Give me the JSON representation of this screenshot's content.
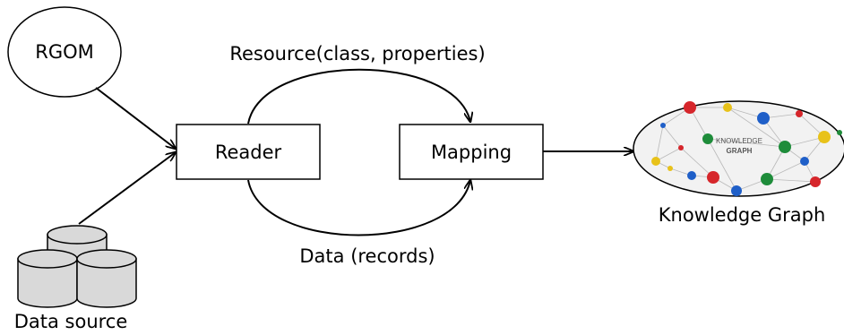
{
  "nodes": {
    "rgom": "RGOM",
    "reader": "Reader",
    "mapping": "Mapping",
    "data_source": "Data source",
    "knowledge_graph": "Knowledge Graph",
    "kg_image_title_line1": "KNOWLEDGE",
    "kg_image_title_line2": "GRAPH"
  },
  "edges": {
    "top_arc": "Resource(class, properties)",
    "bottom_arc": "Data (records)"
  },
  "colors": {
    "stroke": "#000000",
    "database_fill": "#d9d9d9",
    "graph_fill": "#f2f2f2",
    "node_red": "#d6262b",
    "node_blue": "#1f5fc8",
    "node_green": "#1e8c3a",
    "node_yellow": "#e8c21a"
  }
}
